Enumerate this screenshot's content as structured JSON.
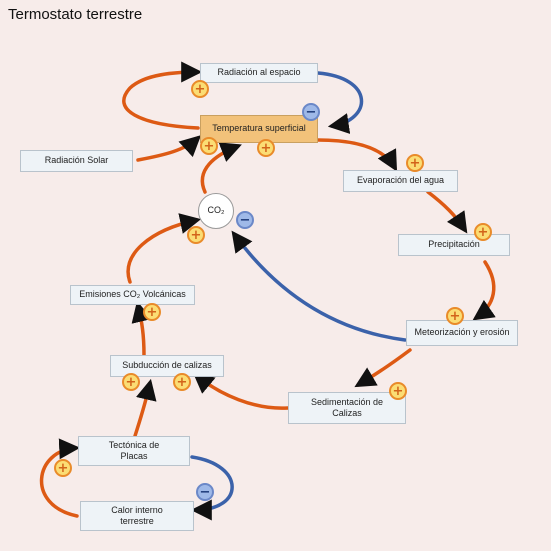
{
  "title": "Termostato terrestre",
  "nodes": {
    "radiacion_espacio": "Radiación al espacio",
    "temperatura": "Temperatura superficial",
    "radiacion_solar": "Radiación Solar",
    "evaporacion": "Evaporación del agua",
    "co2": "CO₂",
    "precipitacion": "Precipitación",
    "emisiones": "Emisiones CO₂ Volcánicas",
    "meteorizacion": "Meteorización y erosión",
    "subduccion": "Subducción de calizas",
    "sedimentacion": "Sedimentación de\nCalizas",
    "tectonica": "Tectónica de\nPlacas",
    "calor": "Calor interno\nterrestre"
  },
  "signs": {
    "plus": "+",
    "minus": "−"
  },
  "colors": {
    "positive_link": "#dd5a14",
    "negative_link": "#3b62aa",
    "background": "#f7ecea"
  }
}
